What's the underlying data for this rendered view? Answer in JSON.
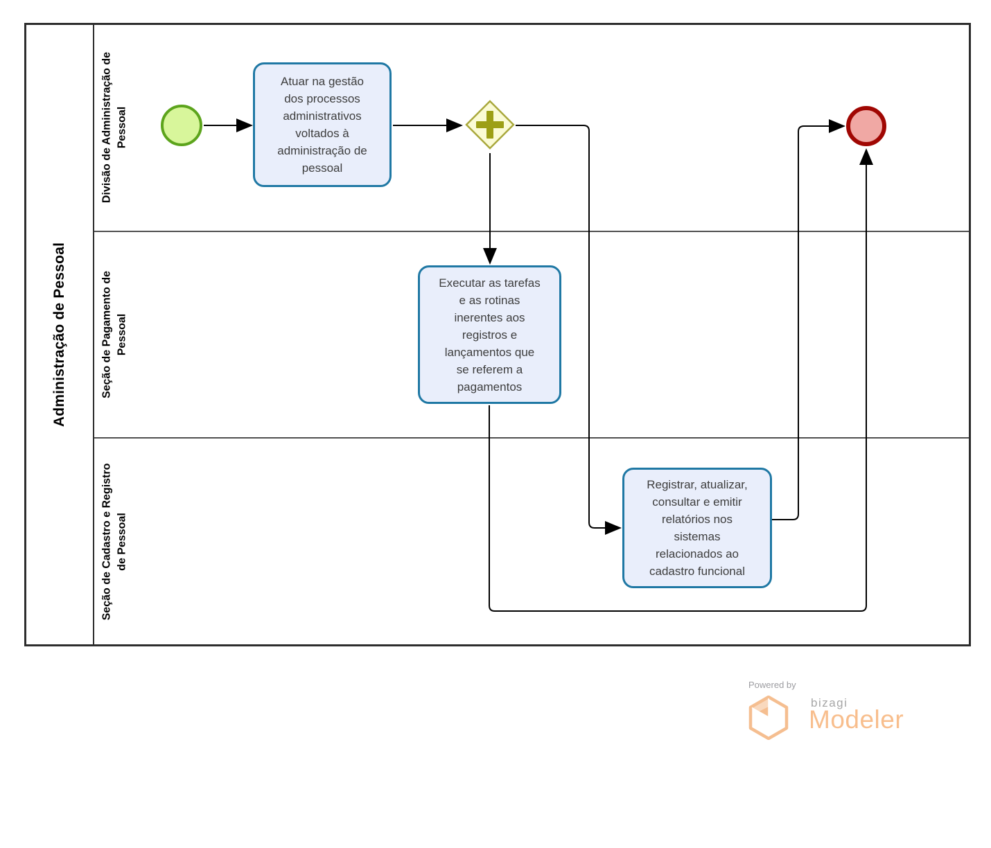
{
  "pool": {
    "title": "Administração de Pessoal",
    "lanes": [
      {
        "label": "Divisão de Administração de\nPessoal"
      },
      {
        "label": "Seção de Pagamento de\nPessoal"
      },
      {
        "label": "Seção de Cadastro e Registro\nde Pessoal"
      }
    ]
  },
  "nodes": {
    "start_event": {
      "type": "start-event"
    },
    "task_1": {
      "text": "Atuar na gestão\ndos processos\nadministrativos\nvoltados à\nadministração de\npessoal"
    },
    "gateway": {
      "type": "parallel-gateway"
    },
    "task_2": {
      "text": "Executar as tarefas\ne as rotinas\ninerentes aos\nregistros e\nlançamentos  que\nse referem a\npagamentos"
    },
    "task_3": {
      "text": "Registrar, atualizar,\nconsultar e emitir\nrelatórios nos\nsistemas\nrelacionados ao\ncadastro funcional"
    },
    "end_event": {
      "type": "end-event"
    }
  },
  "footer": {
    "powered_by": "Powered by",
    "brand": "bizagi",
    "product": "Modeler"
  },
  "colors": {
    "start_event_fill": "#d8f69b",
    "start_event_border": "#5ca41c",
    "end_event_fill": "#f0a8a4",
    "end_event_border": "#a00703",
    "task_fill": "#e9eefb",
    "task_border": "#1f78a4",
    "gateway_fill": "#fbfbd5",
    "gateway_accent": "#9d9f16",
    "flow_color": "#000000",
    "pool_border": "#2d2d2d",
    "brand_orange": "#f8be8d",
    "footer_gray": "#9c9ca0"
  }
}
